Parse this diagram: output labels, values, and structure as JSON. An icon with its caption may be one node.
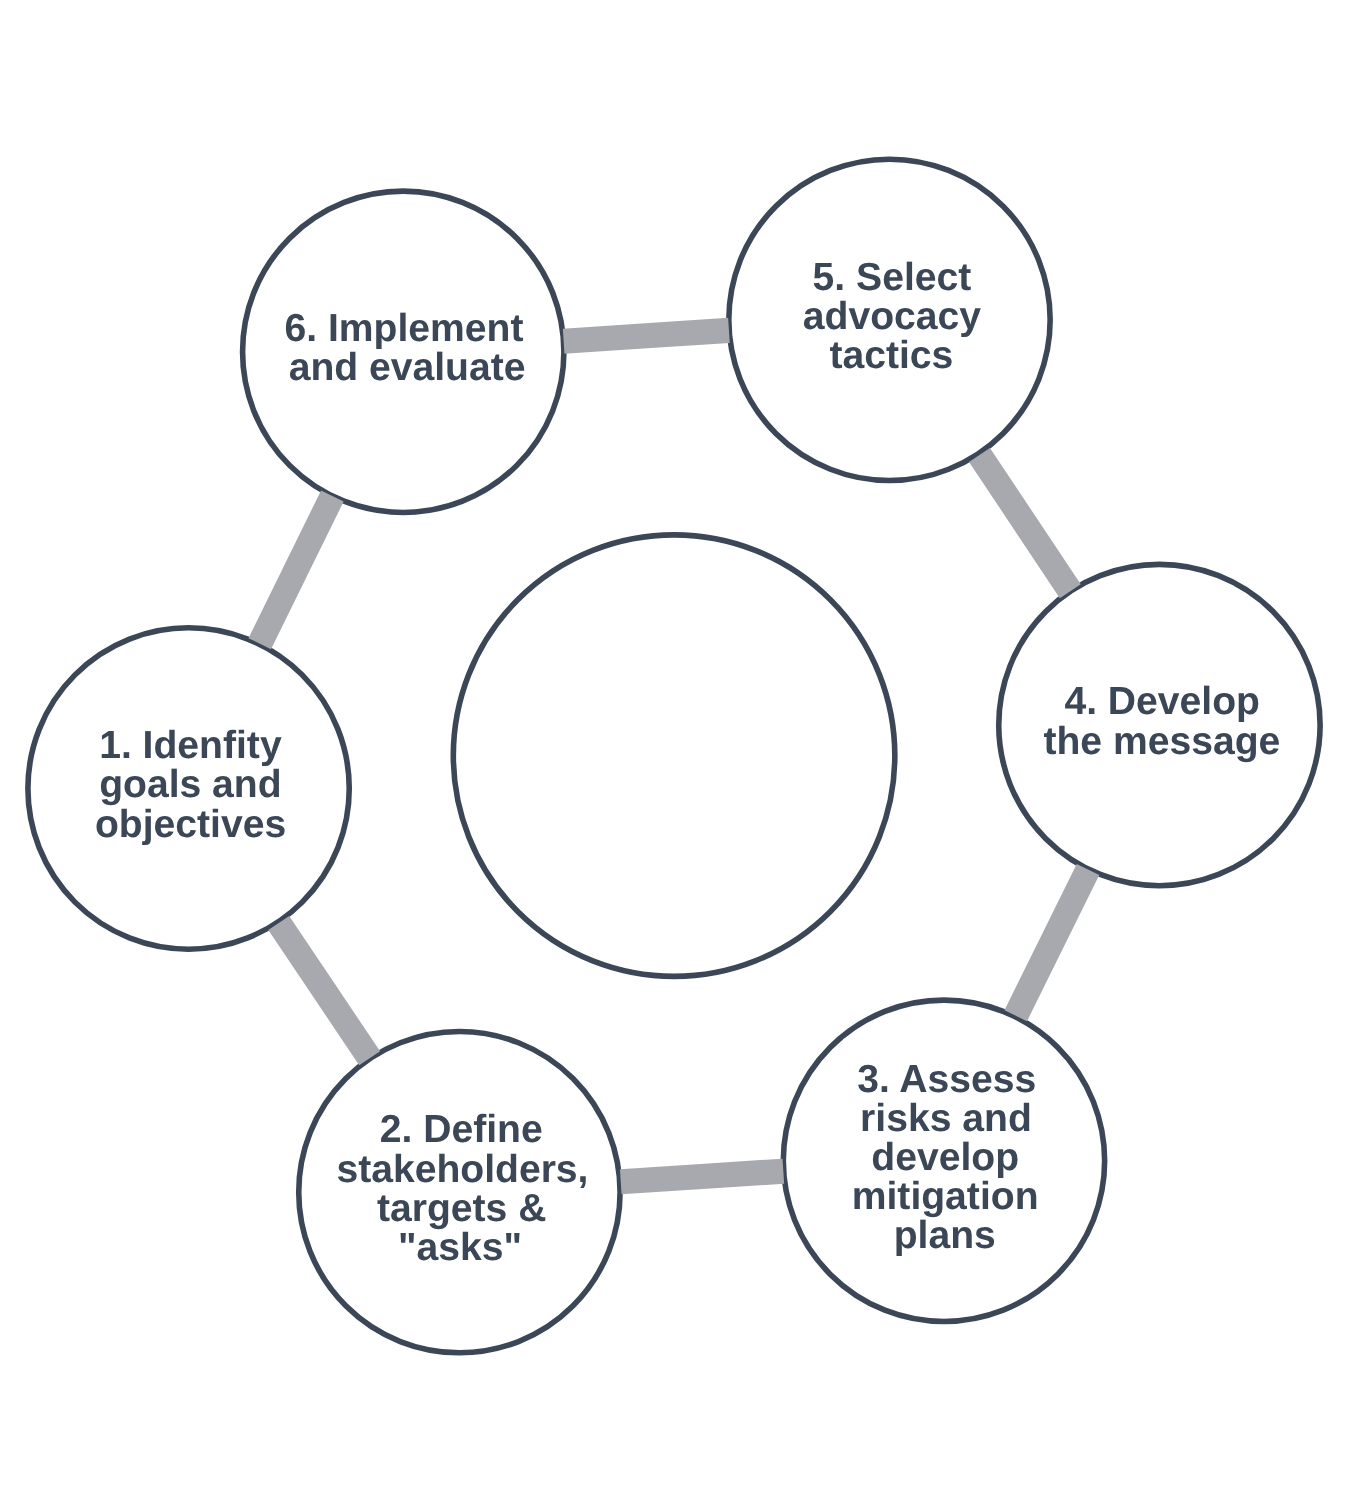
{
  "diagram": {
    "nodes": [
      {
        "text": [
          "1. Idenfity goals and objectives"
        ]
      },
      {
        "text": [
          "2. Define stakeholders, targets & \"asks\""
        ]
      },
      {
        "text": [
          "3. Assess risks and develop mitigation plans"
        ]
      },
      {
        "text": [
          "4. Develop the message"
        ]
      },
      {
        "text": [
          "5. Select advocacy tactics"
        ]
      },
      {
        "text": [
          "6. Implement and evaluate"
        ]
      },
      {
        "text": [],
        "shape": "circle"
      }
    ],
    "edges": [
      {
        "from": 0,
        "to": 1,
        "arrow": "none"
      },
      {
        "from": 1,
        "to": 2,
        "arrow": "none"
      },
      {
        "from": 2,
        "to": 3,
        "arrow": "none"
      },
      {
        "from": 3,
        "to": 4,
        "arrow": "none"
      },
      {
        "from": 4,
        "to": 5,
        "arrow": "none"
      },
      {
        "from": 5,
        "to": 0,
        "arrow": "none"
      }
    ]
  }
}
